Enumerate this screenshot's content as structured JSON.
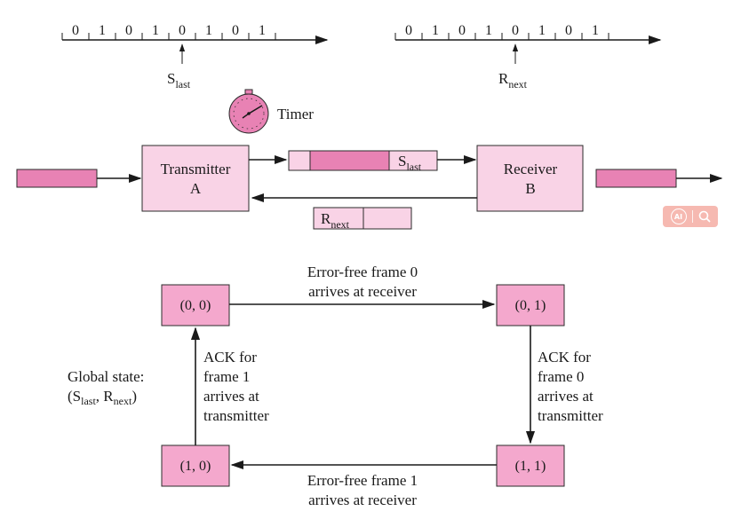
{
  "sequence_bits": [
    "0",
    "1",
    "0",
    "1",
    "0",
    "1",
    "0",
    "1"
  ],
  "labels": {
    "s_last_main": "S",
    "s_last_sub": "last",
    "r_next_main": "R",
    "r_next_sub": "next",
    "timer": "Timer",
    "transmitter_line1": "Transmitter",
    "transmitter_line2": "A",
    "receiver_line1": "Receiver",
    "receiver_line2": "B"
  },
  "states": {
    "s00": "(0, 0)",
    "s01": "(0, 1)",
    "s11": "(1, 1)",
    "s10": "(1, 0)"
  },
  "transitions": {
    "top_line1": "Error-free frame 0",
    "top_line2": "arrives at receiver",
    "right_line1": "ACK for",
    "right_line2": "frame 0",
    "right_line3": "arrives at",
    "right_line4": "transmitter",
    "bottom_line1": "Error-free frame 1",
    "bottom_line2": "arrives at receiver",
    "left_line1": "ACK for",
    "left_line2": "frame 1",
    "left_line3": "arrives at",
    "left_line4": "transmitter"
  },
  "global_state": {
    "line1": "Global state:",
    "line2_open": "(S",
    "line2_sub1": "last",
    "line2_mid": ", R",
    "line2_sub2": "next",
    "line2_close": ")"
  },
  "badge": {
    "ai_text": "AI"
  },
  "colors": {
    "frame_pink": "#e882b4",
    "box_light_pink": "#f9d3e6",
    "state_pink": "#f4a8cd"
  }
}
